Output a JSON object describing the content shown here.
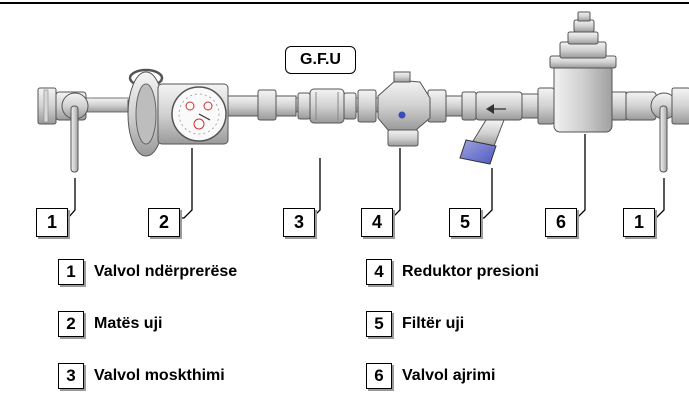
{
  "diagram": {
    "tag_label": "G.F.U",
    "callouts": [
      "1",
      "2",
      "3",
      "4",
      "5",
      "6",
      "1"
    ],
    "legend": [
      {
        "num": "1",
        "label": "Valvol ndërprerëse"
      },
      {
        "num": "2",
        "label": "Matës uji"
      },
      {
        "num": "3",
        "label": "Valvol moskthimi"
      },
      {
        "num": "4",
        "label": "Reduktor presioni"
      },
      {
        "num": "5",
        "label": "Filtër uji"
      },
      {
        "num": "6",
        "label": "Valvol ajrimi"
      }
    ]
  }
}
